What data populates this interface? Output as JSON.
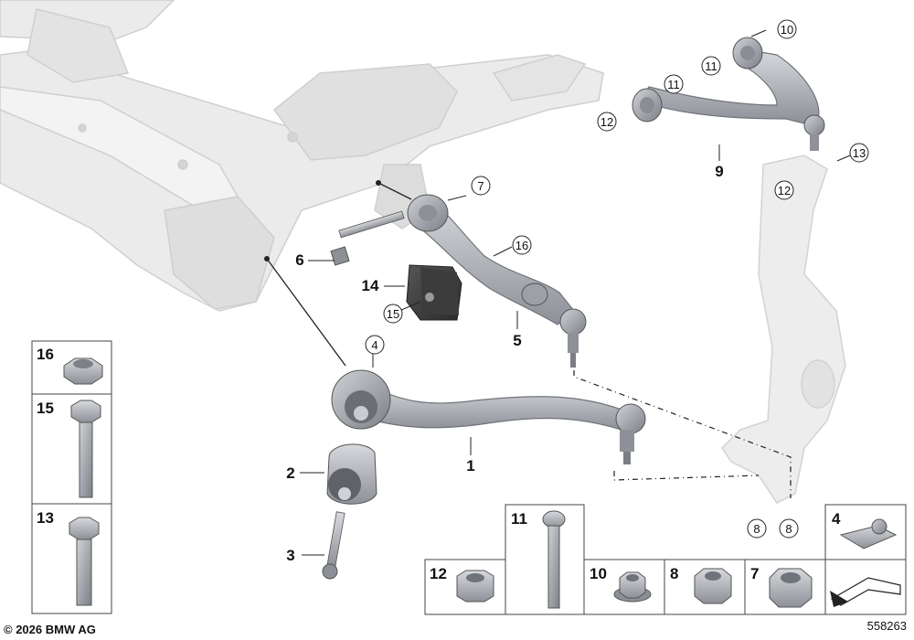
{
  "footer": {
    "copyright": "© 2026 BMW AG",
    "drawing_number": "558263"
  },
  "callouts": {
    "n1": "1",
    "n2": "2",
    "n3": "3",
    "n4": "4",
    "n5": "5",
    "n6": "6",
    "n7": "7",
    "n8a": "8",
    "n8b": "8",
    "n9": "9",
    "n10": "10",
    "n11a": "11",
    "n11b": "11",
    "n12a": "12",
    "n12b": "12",
    "n13": "13",
    "n14": "14",
    "n15": "15",
    "n16": "16"
  },
  "parts_boxes": {
    "b16": "16",
    "b15": "15",
    "b13": "13",
    "b11": "11",
    "b12": "12",
    "b10": "10",
    "b8": "8",
    "b7": "7",
    "b4": "4"
  },
  "colors": {
    "subframe": "#e6e6e6",
    "part_metal": "#b9bcc2",
    "part_dark": "#6f737a",
    "rubber": "#4a4a4a",
    "frame_line": "#555555"
  }
}
